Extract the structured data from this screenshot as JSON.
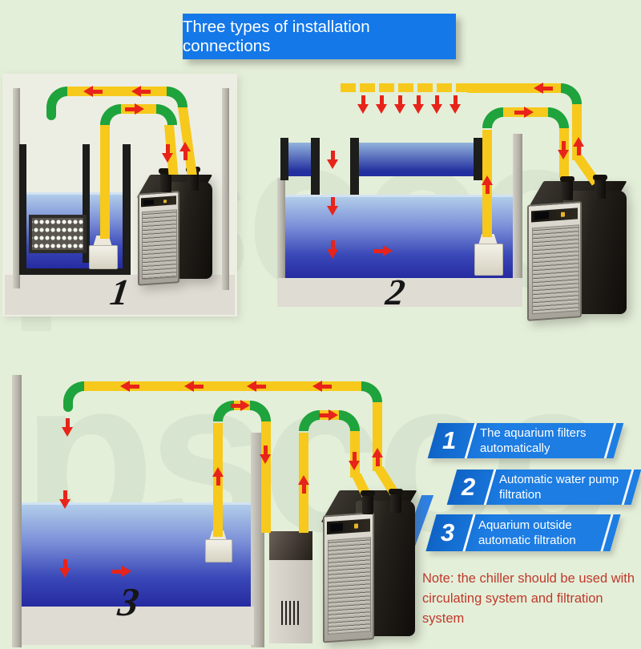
{
  "title": {
    "text": "Three types of installation connections"
  },
  "watermark": {
    "text": "psccc"
  },
  "diagrams": [
    {
      "number": "1"
    },
    {
      "number": "2"
    },
    {
      "number": "3"
    }
  ],
  "legend": {
    "items": [
      {
        "number": "1",
        "line1": "The aquarium filters",
        "line2": "automatically"
      },
      {
        "number": "2",
        "line1": "Automatic water pump",
        "line2": "filtration"
      },
      {
        "number": "3",
        "line1": "Aquarium outside",
        "line2": "automatic filtration"
      }
    ]
  },
  "note": {
    "line1": "Note: the chiller should be used with",
    "line2": "circulating system and filtration system"
  },
  "colors": {
    "background": "#e4efd9",
    "title_blue": "#1478e8",
    "legend_blue": "#1d7de3",
    "pipe_yellow": "#f6c91c",
    "elbow_green": "#1fa33c",
    "arrow_red": "#e8231a",
    "note_red": "#bf392b",
    "water_dark": "#262aa0"
  }
}
